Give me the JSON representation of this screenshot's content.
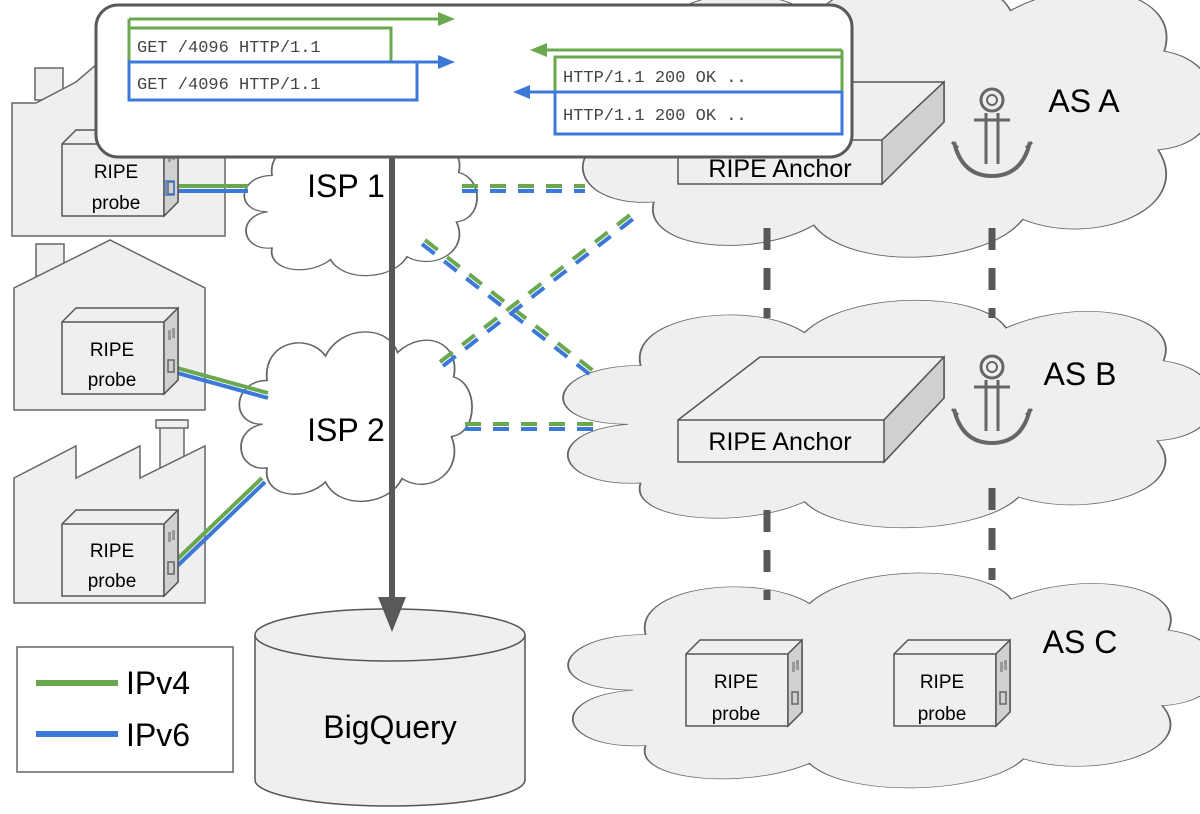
{
  "colors": {
    "ipv4": "#6aa84f",
    "ipv6": "#3c78d8",
    "fill": "#efefef",
    "stroke": "#666666",
    "dark": "#595959"
  },
  "callout": {
    "request_ipv4": "GET /4096 HTTP/1.1",
    "request_ipv6": "GET /4096 HTTP/1.1",
    "response_ipv4": "HTTP/1.1 200 OK ..",
    "response_ipv6": "HTTP/1.1 200 OK .."
  },
  "isps": {
    "isp1": "ISP 1",
    "isp2": "ISP 2"
  },
  "autonomous_systems": {
    "as_a": "AS A",
    "as_b": "AS B",
    "as_c": "AS C"
  },
  "anchor_label": "RIPE Anchor",
  "probe_label": {
    "line1": "RIPE",
    "line2": "probe"
  },
  "database": {
    "label": "BigQuery"
  },
  "legend": {
    "ipv4": "IPv4",
    "ipv6": "IPv6"
  }
}
